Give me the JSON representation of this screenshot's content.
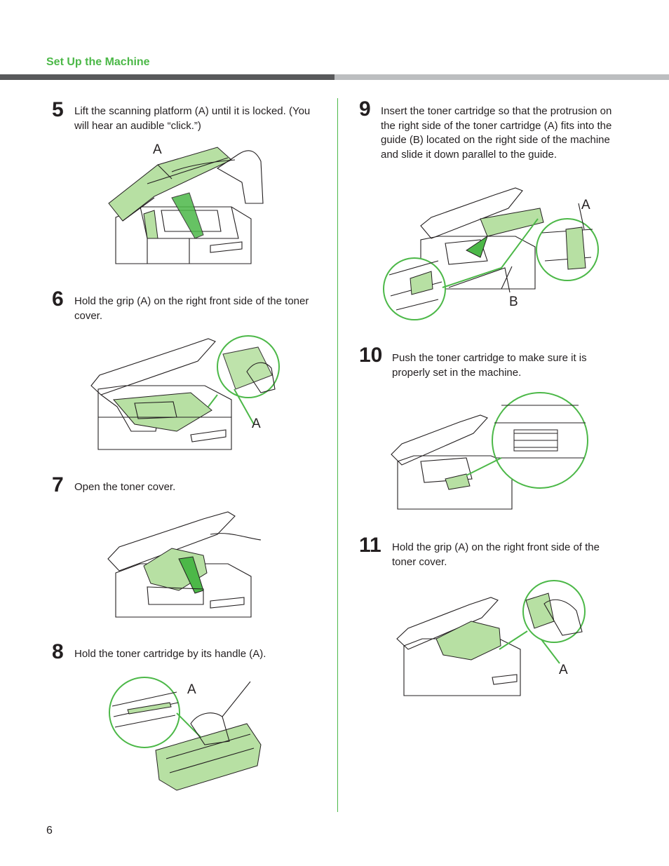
{
  "header": {
    "section_title": "Set Up the Machine"
  },
  "steps": [
    {
      "number": "5",
      "text": "Lift the scanning platform (A) until it is locked. (You will hear an audible “click.”)",
      "callouts": [
        "A"
      ]
    },
    {
      "number": "6",
      "text": "Hold the grip (A) on the right front side of the toner cover.",
      "callouts": [
        "A"
      ]
    },
    {
      "number": "7",
      "text": "Open the toner cover.",
      "callouts": []
    },
    {
      "number": "8",
      "text": "Hold the toner cartridge by its handle (A).",
      "callouts": [
        "A"
      ]
    },
    {
      "number": "9",
      "text": "Insert the toner cartridge so that the protrusion on the right side of the toner cartridge (A) fits into the guide (B) located on the right side of the machine and slide it down parallel to the guide.",
      "callouts": [
        "A",
        "B"
      ]
    },
    {
      "number": "10",
      "text": "Push the toner cartridge to make sure it is properly set in the machine.",
      "callouts": []
    },
    {
      "number": "11",
      "text": "Hold the grip (A) on the right front side of the toner cover.",
      "callouts": [
        "A"
      ]
    }
  ],
  "footer": {
    "page_number": "6"
  },
  "colors": {
    "accent": "#4cb848",
    "rule_dark": "#58595b",
    "rule_light": "#bcbec0",
    "fill_green": "#b7e0a3"
  }
}
